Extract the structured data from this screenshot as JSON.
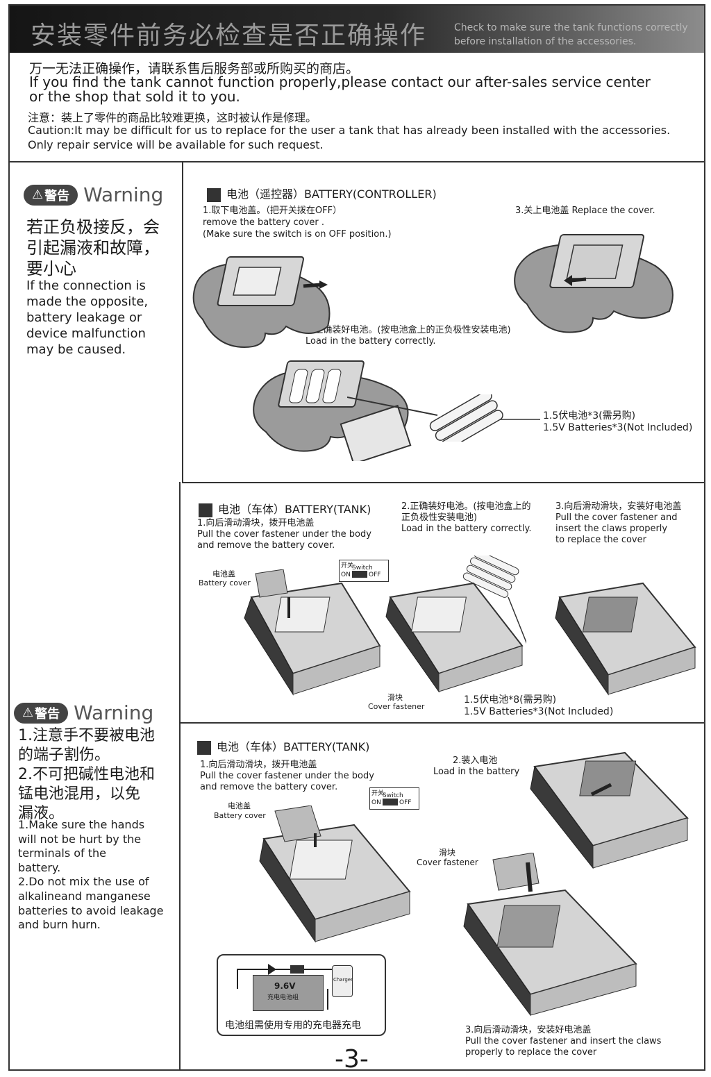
{
  "banner": {
    "title_zh": "安装零件前务必检查是否正确操作",
    "title_en": "Check to make sure the tank functions correctly before installation of the accessories."
  },
  "intro": {
    "line_zh": "万一无法正确操作，请联系售后服务部或所购买的商店。",
    "line_en_1": "If you find the tank cannot function properly,please contact our after-sales service center",
    "line_en_2": "or the shop that sold it to you.",
    "caution_zh": "注意：装上了零件的商品比较难更换，这时被认作是修理。",
    "caution_en_1": "Caution:It may be difficult for us to replace for the user a tank that has already been installed with the accessories.",
    "caution_en_2": "Only repair service will be available for such request."
  },
  "warning1": {
    "badge": "警告",
    "title": "Warning",
    "zh": [
      "若正负极接反，会",
      "引起漏液和故障，",
      "要小心"
    ],
    "en": [
      "If the connection is",
      "made the opposite,",
      "battery leakage or",
      "device malfunction",
      "may be caused."
    ]
  },
  "warning2": {
    "badge": "警告",
    "title": "Warning",
    "zh": [
      "1.注意手不要被电池",
      "的端子割伤。",
      "2.不可把碱性电池和",
      "锰电池混用，以免",
      "漏液。"
    ],
    "en": [
      "1.Make sure the hands",
      "will not be hurt by the",
      "terminals of the",
      "battery.",
      "2.Do not mix the use of",
      "alkalineand manganese",
      "batteries to avoid leakage",
      "and burn hurn."
    ]
  },
  "section1": {
    "title": "电池（遥控器）BATTERY(CONTROLLER)",
    "step1_zh": "1.取下电池盖。（把开关拨在OFF）",
    "step1_en_1": "remove  the battery cover .",
    "step1_en_2": "(Make sure the switch is on OFF position.)",
    "step3": "3.关上电池盖 Replace the cover.",
    "step2_zh": "2.正确装好电池。(按电池盒上的正负极性安装电池)",
    "step2_en": "Load in the battery correctly.",
    "batt_zh": "1.5伏电池*3(需另购)",
    "batt_en": "1.5V Batteries*3(Not Included)"
  },
  "section2": {
    "title": "电池（车体）BATTERY(TANK)",
    "step1_zh": "1.向后滑动滑块，拨开电池盖",
    "step1_en_1": "Pull the cover fastener under the body",
    "step1_en_2": "and remove the battery cover.",
    "step2_zh_1": "2.正确装好电池。(按电池盒上的",
    "step2_zh_2": "正负极性安装电池)",
    "step2_en": "Load in the battery correctly.",
    "step3_zh": "3.向后滑动滑块，安装好电池盖",
    "step3_en_1": "Pull the cover fastener and",
    "step3_en_2": "insert the claws properly",
    "step3_en_3": "to replace the cover",
    "cover_zh": "电池盖",
    "cover_en": "Battery cover",
    "switch_zh": "开关",
    "switch_en": "Switch",
    "on": "ON",
    "off": "OFF",
    "fastener_zh": "滑块",
    "fastener_en": "Cover fastener",
    "batt_zh": "1.5伏电池*8(需另购)",
    "batt_en": "1.5V Batteries*3(Not Included)"
  },
  "section3": {
    "title": "电池（车体）BATTERY(TANK)",
    "step1_zh": "1.向后滑动滑块，拨开电池盖",
    "step1_en_1": "Pull the cover fastener under the body",
    "step1_en_2": "and remove the battery cover.",
    "step2_zh": "2.装入电池",
    "step2_en": "Load in the battery",
    "cover_zh": "电池盖",
    "cover_en": "Battery cover",
    "switch_zh": "开关",
    "switch_en": "Switch",
    "on": "ON",
    "off": "OFF",
    "fastener_zh": "滑块",
    "fastener_en": "Cover fastener",
    "pack_v": "9.6V",
    "pack_zh": "充电电池组",
    "charger": "Charger",
    "charge_note": "电池组需使用专用的充电器充电",
    "step3_zh": "3.向后滑动滑块，安装好电池盖",
    "step3_en_1": "Pull the cover fastener and insert the claws",
    "step3_en_2": "properly to replace the cover"
  },
  "page_number": "-3-",
  "colors": {
    "ink": "#1c1c1c",
    "banner_dark": "#151515",
    "illustration_gray": "#9b9b9b"
  }
}
